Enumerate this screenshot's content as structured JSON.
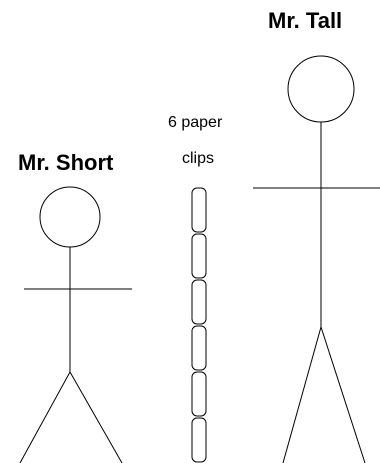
{
  "labels": {
    "short_figure": "Mr. Short",
    "tall_figure": "Mr. Tall",
    "clips_line1": "6 paper",
    "clips_line2": "clips"
  },
  "paper_clip_count": 6,
  "colors": {
    "stroke": "#000000",
    "background": "#ffffff"
  }
}
